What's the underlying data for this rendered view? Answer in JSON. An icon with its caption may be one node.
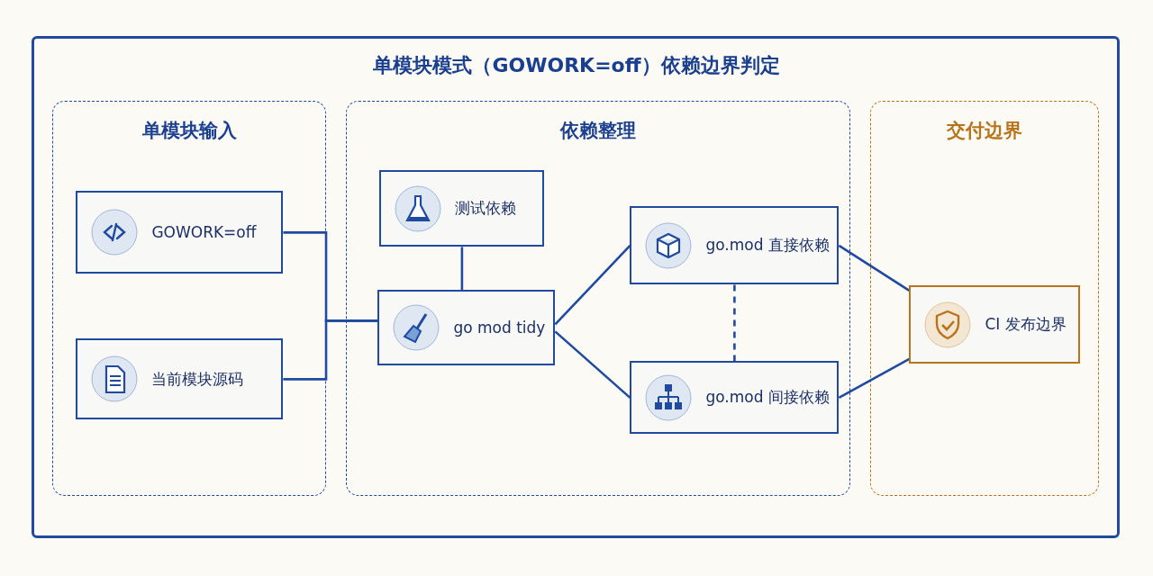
{
  "diagram": {
    "title": "单模块模式（GOWORK=off）依赖边界判定",
    "nodes": [
      {
        "text": [
          "单模块输入"
        ]
      },
      {
        "text": [
          "GOWORK=off"
        ],
        "in": 0
      },
      {
        "text": [
          "当前模块源码"
        ],
        "in": 0
      },
      {
        "text": [
          "依赖整理"
        ]
      },
      {
        "text": [
          "测试依赖"
        ],
        "in": 3
      },
      {
        "text": [
          "go mod tidy"
        ],
        "in": 3
      },
      {
        "text": [
          "go.mod 直接依赖"
        ],
        "in": 3
      },
      {
        "text": [
          "go.mod 间接依赖"
        ],
        "in": 3
      },
      {
        "text": [
          "交付边界"
        ]
      },
      {
        "text": [
          "CI 发布边界"
        ],
        "in": 8
      }
    ],
    "edges": [
      {
        "from": 1,
        "to": 5,
        "arrow": "none"
      },
      {
        "from": 2,
        "to": 5,
        "arrow": "none"
      },
      {
        "from": 4,
        "to": 5,
        "arrow": "none"
      },
      {
        "from": 5,
        "to": 6,
        "arrow": "none"
      },
      {
        "from": 5,
        "to": 7,
        "arrow": "none"
      },
      {
        "from": 6,
        "to": 7,
        "arrow": "none",
        "style": "dashed"
      },
      {
        "from": 6,
        "to": 9,
        "arrow": "none"
      },
      {
        "from": 7,
        "to": 9,
        "arrow": "none"
      }
    ]
  }
}
